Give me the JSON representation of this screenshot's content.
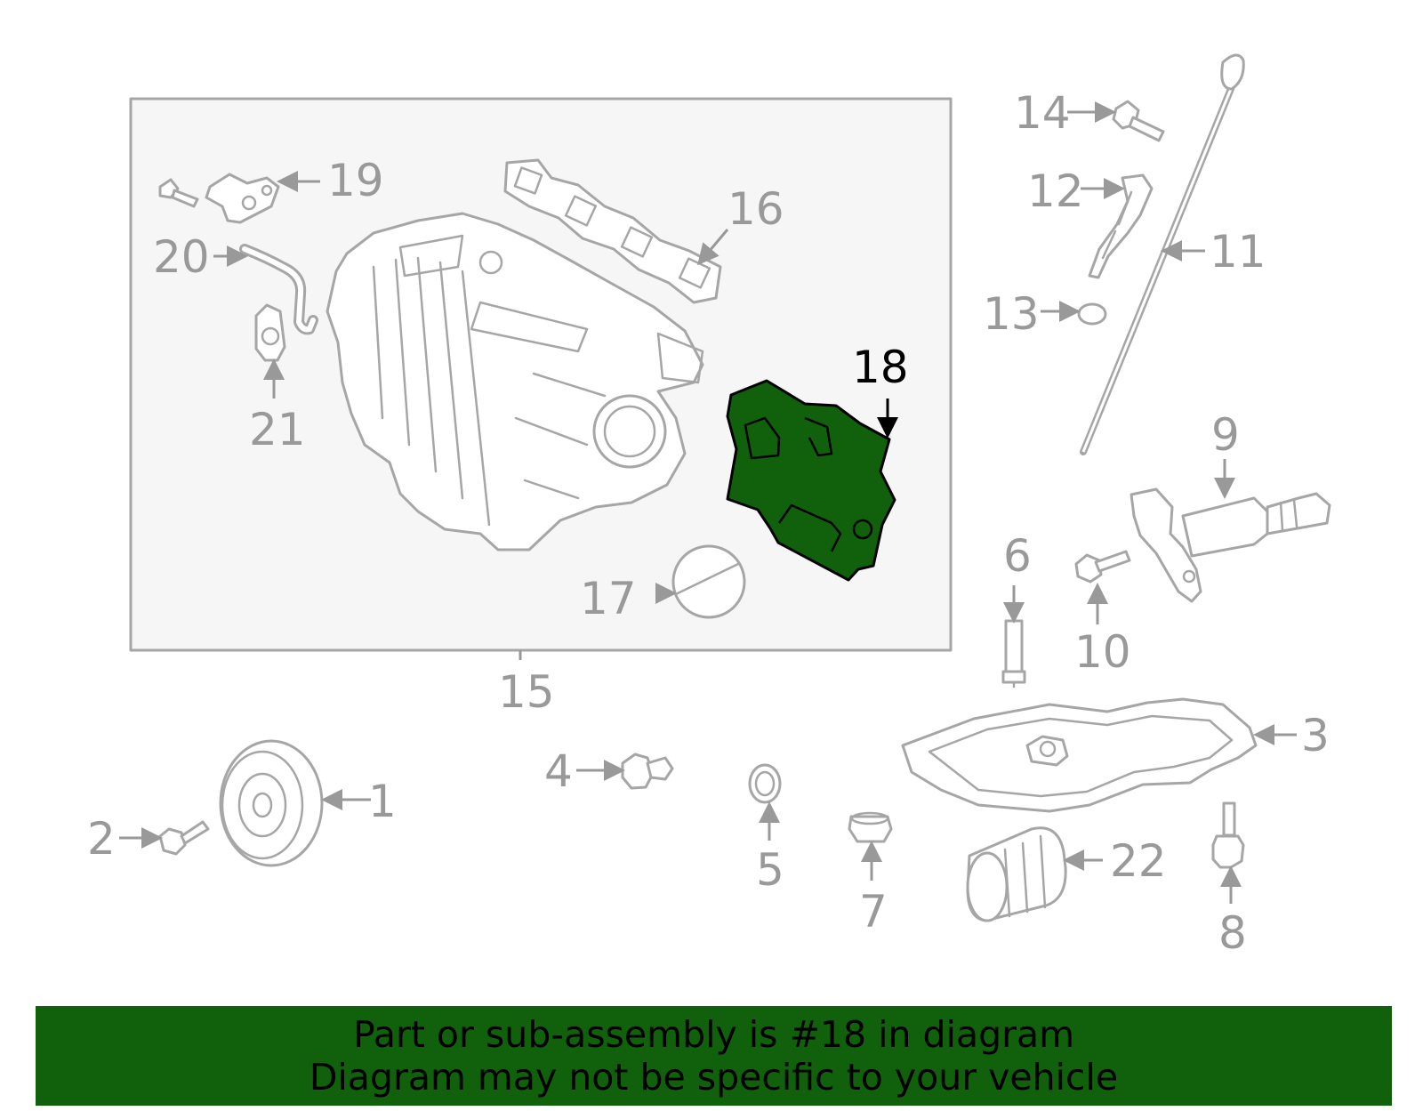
{
  "diagram": {
    "highlight_color": "#11600b",
    "highlighted_part": "18",
    "callouts": {
      "c1": "1",
      "c2": "2",
      "c3": "3",
      "c4": "4",
      "c5": "5",
      "c6": "6",
      "c7": "7",
      "c8": "8",
      "c9": "9",
      "c10": "10",
      "c11": "11",
      "c12": "12",
      "c13": "13",
      "c14": "14",
      "c15": "15",
      "c16": "16",
      "c17": "17",
      "c18": "18",
      "c19": "19",
      "c20": "20",
      "c21": "21",
      "c22": "22"
    }
  },
  "banner": {
    "line1": "Part or sub-assembly is #18 in diagram",
    "line2": "Diagram may not be specific to your vehicle"
  }
}
